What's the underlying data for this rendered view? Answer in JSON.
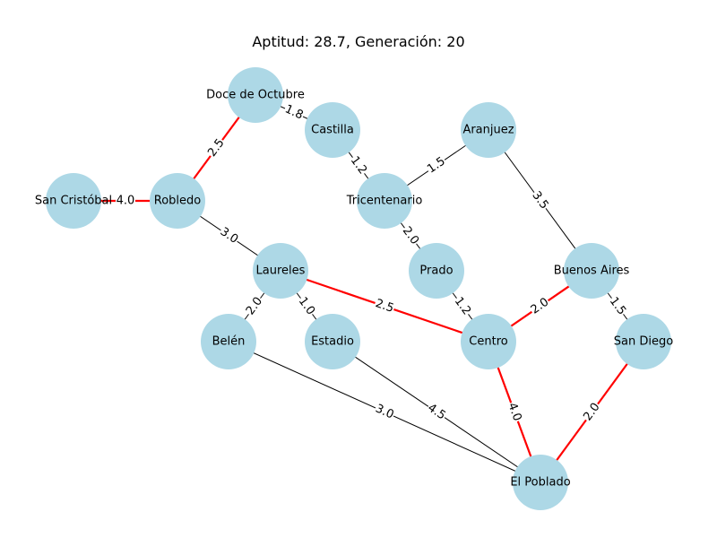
{
  "title": "Aptitud: 28.7, Generación: 20",
  "colors": {
    "node_fill": "#add8e6",
    "edge_default": "#000000",
    "edge_path": "#ff0000",
    "label_bg": "#ffffff"
  },
  "nodes": [
    {
      "id": "Doce de Octubre",
      "label": "Doce de Octubre"
    },
    {
      "id": "Castilla",
      "label": "Castilla"
    },
    {
      "id": "Aranjuez",
      "label": "Aranjuez"
    },
    {
      "id": "San Cristóbal",
      "label": "San Cristóbal"
    },
    {
      "id": "Robledo",
      "label": "Robledo"
    },
    {
      "id": "Tricentenario",
      "label": "Tricentenario"
    },
    {
      "id": "Laureles",
      "label": "Laureles"
    },
    {
      "id": "Prado",
      "label": "Prado"
    },
    {
      "id": "Buenos Aires",
      "label": "Buenos Aires"
    },
    {
      "id": "Belén",
      "label": "Belén"
    },
    {
      "id": "Estadio",
      "label": "Estadio"
    },
    {
      "id": "Centro",
      "label": "Centro"
    },
    {
      "id": "San Diego",
      "label": "San Diego"
    },
    {
      "id": "El Poblado",
      "label": "El Poblado"
    }
  ],
  "edges": [
    {
      "source": "San Cristóbal",
      "target": "Robledo",
      "weight": "4.0",
      "on_path": true
    },
    {
      "source": "Robledo",
      "target": "Doce de Octubre",
      "weight": "2.5",
      "on_path": true
    },
    {
      "source": "Doce de Octubre",
      "target": "Castilla",
      "weight": "1.8",
      "on_path": false
    },
    {
      "source": "Castilla",
      "target": "Tricentenario",
      "weight": "1.2",
      "on_path": false
    },
    {
      "source": "Aranjuez",
      "target": "Tricentenario",
      "weight": "1.5",
      "on_path": false
    },
    {
      "source": "Aranjuez",
      "target": "Buenos Aires",
      "weight": "3.5",
      "on_path": false
    },
    {
      "source": "Robledo",
      "target": "Laureles",
      "weight": "3.0",
      "on_path": false
    },
    {
      "source": "Tricentenario",
      "target": "Prado",
      "weight": "2.0",
      "on_path": false
    },
    {
      "source": "Laureles",
      "target": "Belén",
      "weight": "2.0",
      "on_path": false
    },
    {
      "source": "Laureles",
      "target": "Estadio",
      "weight": "1.0",
      "on_path": false
    },
    {
      "source": "Laureles",
      "target": "Centro",
      "weight": "2.5",
      "on_path": true
    },
    {
      "source": "Prado",
      "target": "Centro",
      "weight": "1.2",
      "on_path": false
    },
    {
      "source": "Centro",
      "target": "Buenos Aires",
      "weight": "2.0",
      "on_path": true
    },
    {
      "source": "Buenos Aires",
      "target": "San Diego",
      "weight": "1.5",
      "on_path": false
    },
    {
      "source": "Belén",
      "target": "El Poblado",
      "weight": "3.0",
      "on_path": false
    },
    {
      "source": "Estadio",
      "target": "El Poblado",
      "weight": "4.5",
      "on_path": false
    },
    {
      "source": "Centro",
      "target": "El Poblado",
      "weight": "4.0",
      "on_path": true
    },
    {
      "source": "San Diego",
      "target": "El Poblado",
      "weight": "2.0",
      "on_path": true
    }
  ]
}
